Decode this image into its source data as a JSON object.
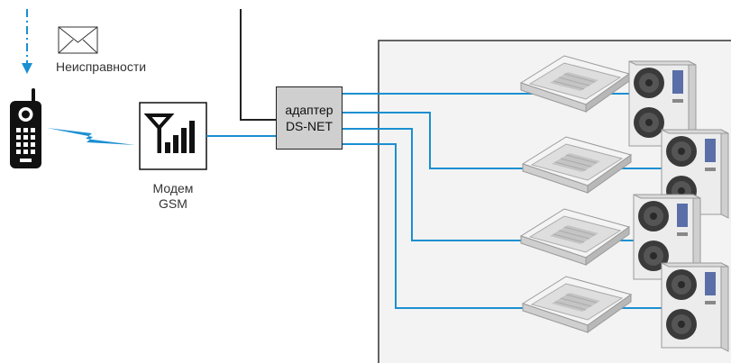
{
  "labels": {
    "notification": "Неисправности",
    "adapter_line1": "адаптер",
    "adapter_line2": "DS-NET",
    "modem_line1": "Модем",
    "modem_line2": "GSM"
  },
  "icons": {
    "notification": "envelope-icon",
    "phone": "mobile-phone-icon",
    "signal": "lightning-signal-icon",
    "modem": "antenna-signal-icon",
    "indoor_unit": "cassette-ac-icon",
    "outdoor_unit": "outdoor-ac-unit-icon"
  },
  "colors": {
    "link": "#1a8fd1",
    "line": "#222222",
    "adapter_fill": "#cfcfcf",
    "room_fill": "#f3f3f3"
  }
}
